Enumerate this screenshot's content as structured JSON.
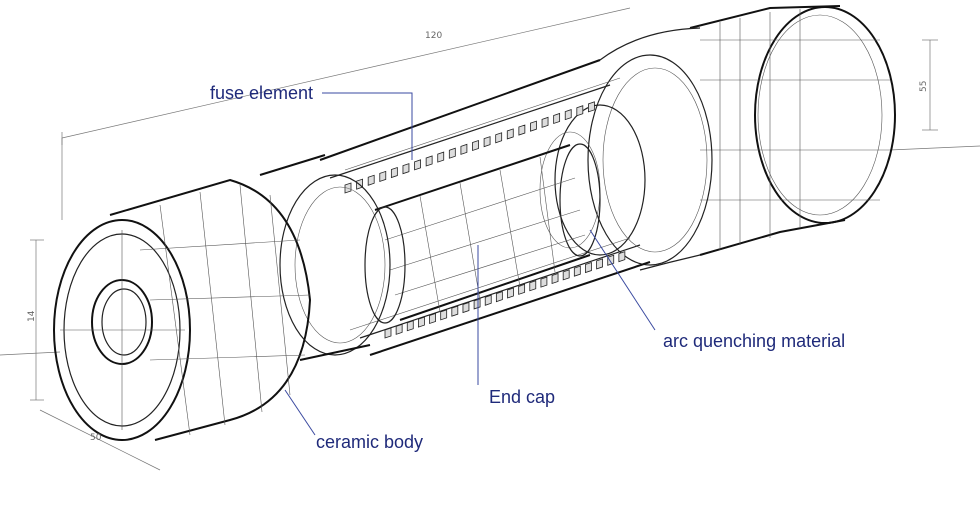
{
  "labels": {
    "fuse_element": "fuse element",
    "end_cap": "End cap",
    "arc_quenching_material": "arc quenching material",
    "ceramic_body": "ceramic body"
  },
  "dimensions": {
    "length": "120",
    "height": "14",
    "depth": "50",
    "right_diameter": "55"
  },
  "colors": {
    "label": "#1f2a7a",
    "leader": "#3a4aa0",
    "ink": "#222222"
  }
}
